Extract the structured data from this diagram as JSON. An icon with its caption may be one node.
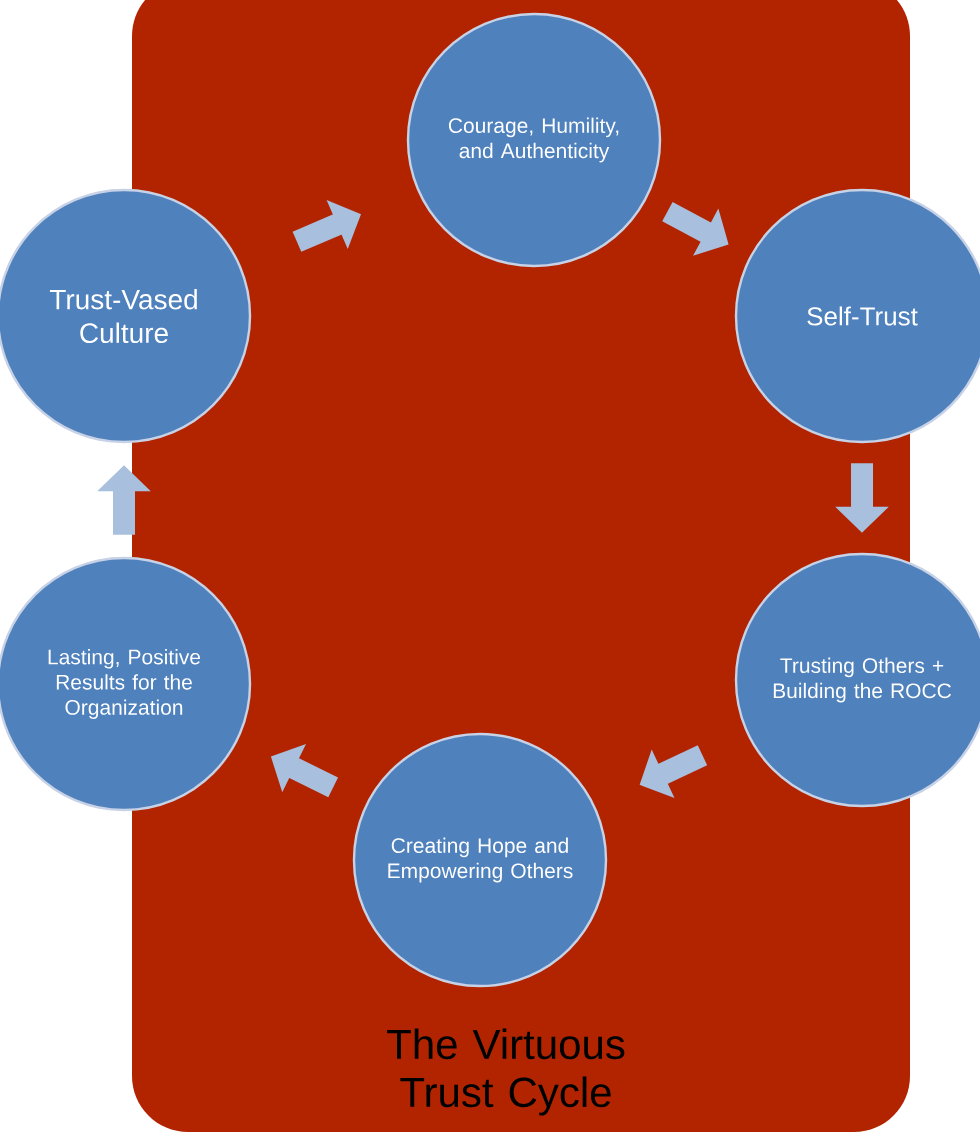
{
  "diagram": {
    "title": "The Virtuous Trust Cycle",
    "nodes": [
      {
        "text": [
          "Courage, Humility, and Authenticity"
        ]
      },
      {
        "text": [
          "Self-Trust"
        ]
      },
      {
        "text": [
          "Trusting Others + Building the ROCC"
        ]
      },
      {
        "text": [
          "Creating Hope and Empowering Others"
        ]
      },
      {
        "text": [
          "Lasting, Positive Results for the Organization"
        ]
      },
      {
        "text": [
          "Trust-Vased Culture"
        ]
      }
    ],
    "edges": [
      {
        "from": 5,
        "to": 0,
        "arrow": "to"
      },
      {
        "from": 0,
        "to": 1,
        "arrow": "to"
      },
      {
        "from": 1,
        "to": 2,
        "arrow": "to"
      },
      {
        "from": 2,
        "to": 3,
        "arrow": "to"
      },
      {
        "from": 3,
        "to": 4,
        "arrow": "to"
      },
      {
        "from": 4,
        "to": 5,
        "arrow": "to"
      }
    ]
  }
}
